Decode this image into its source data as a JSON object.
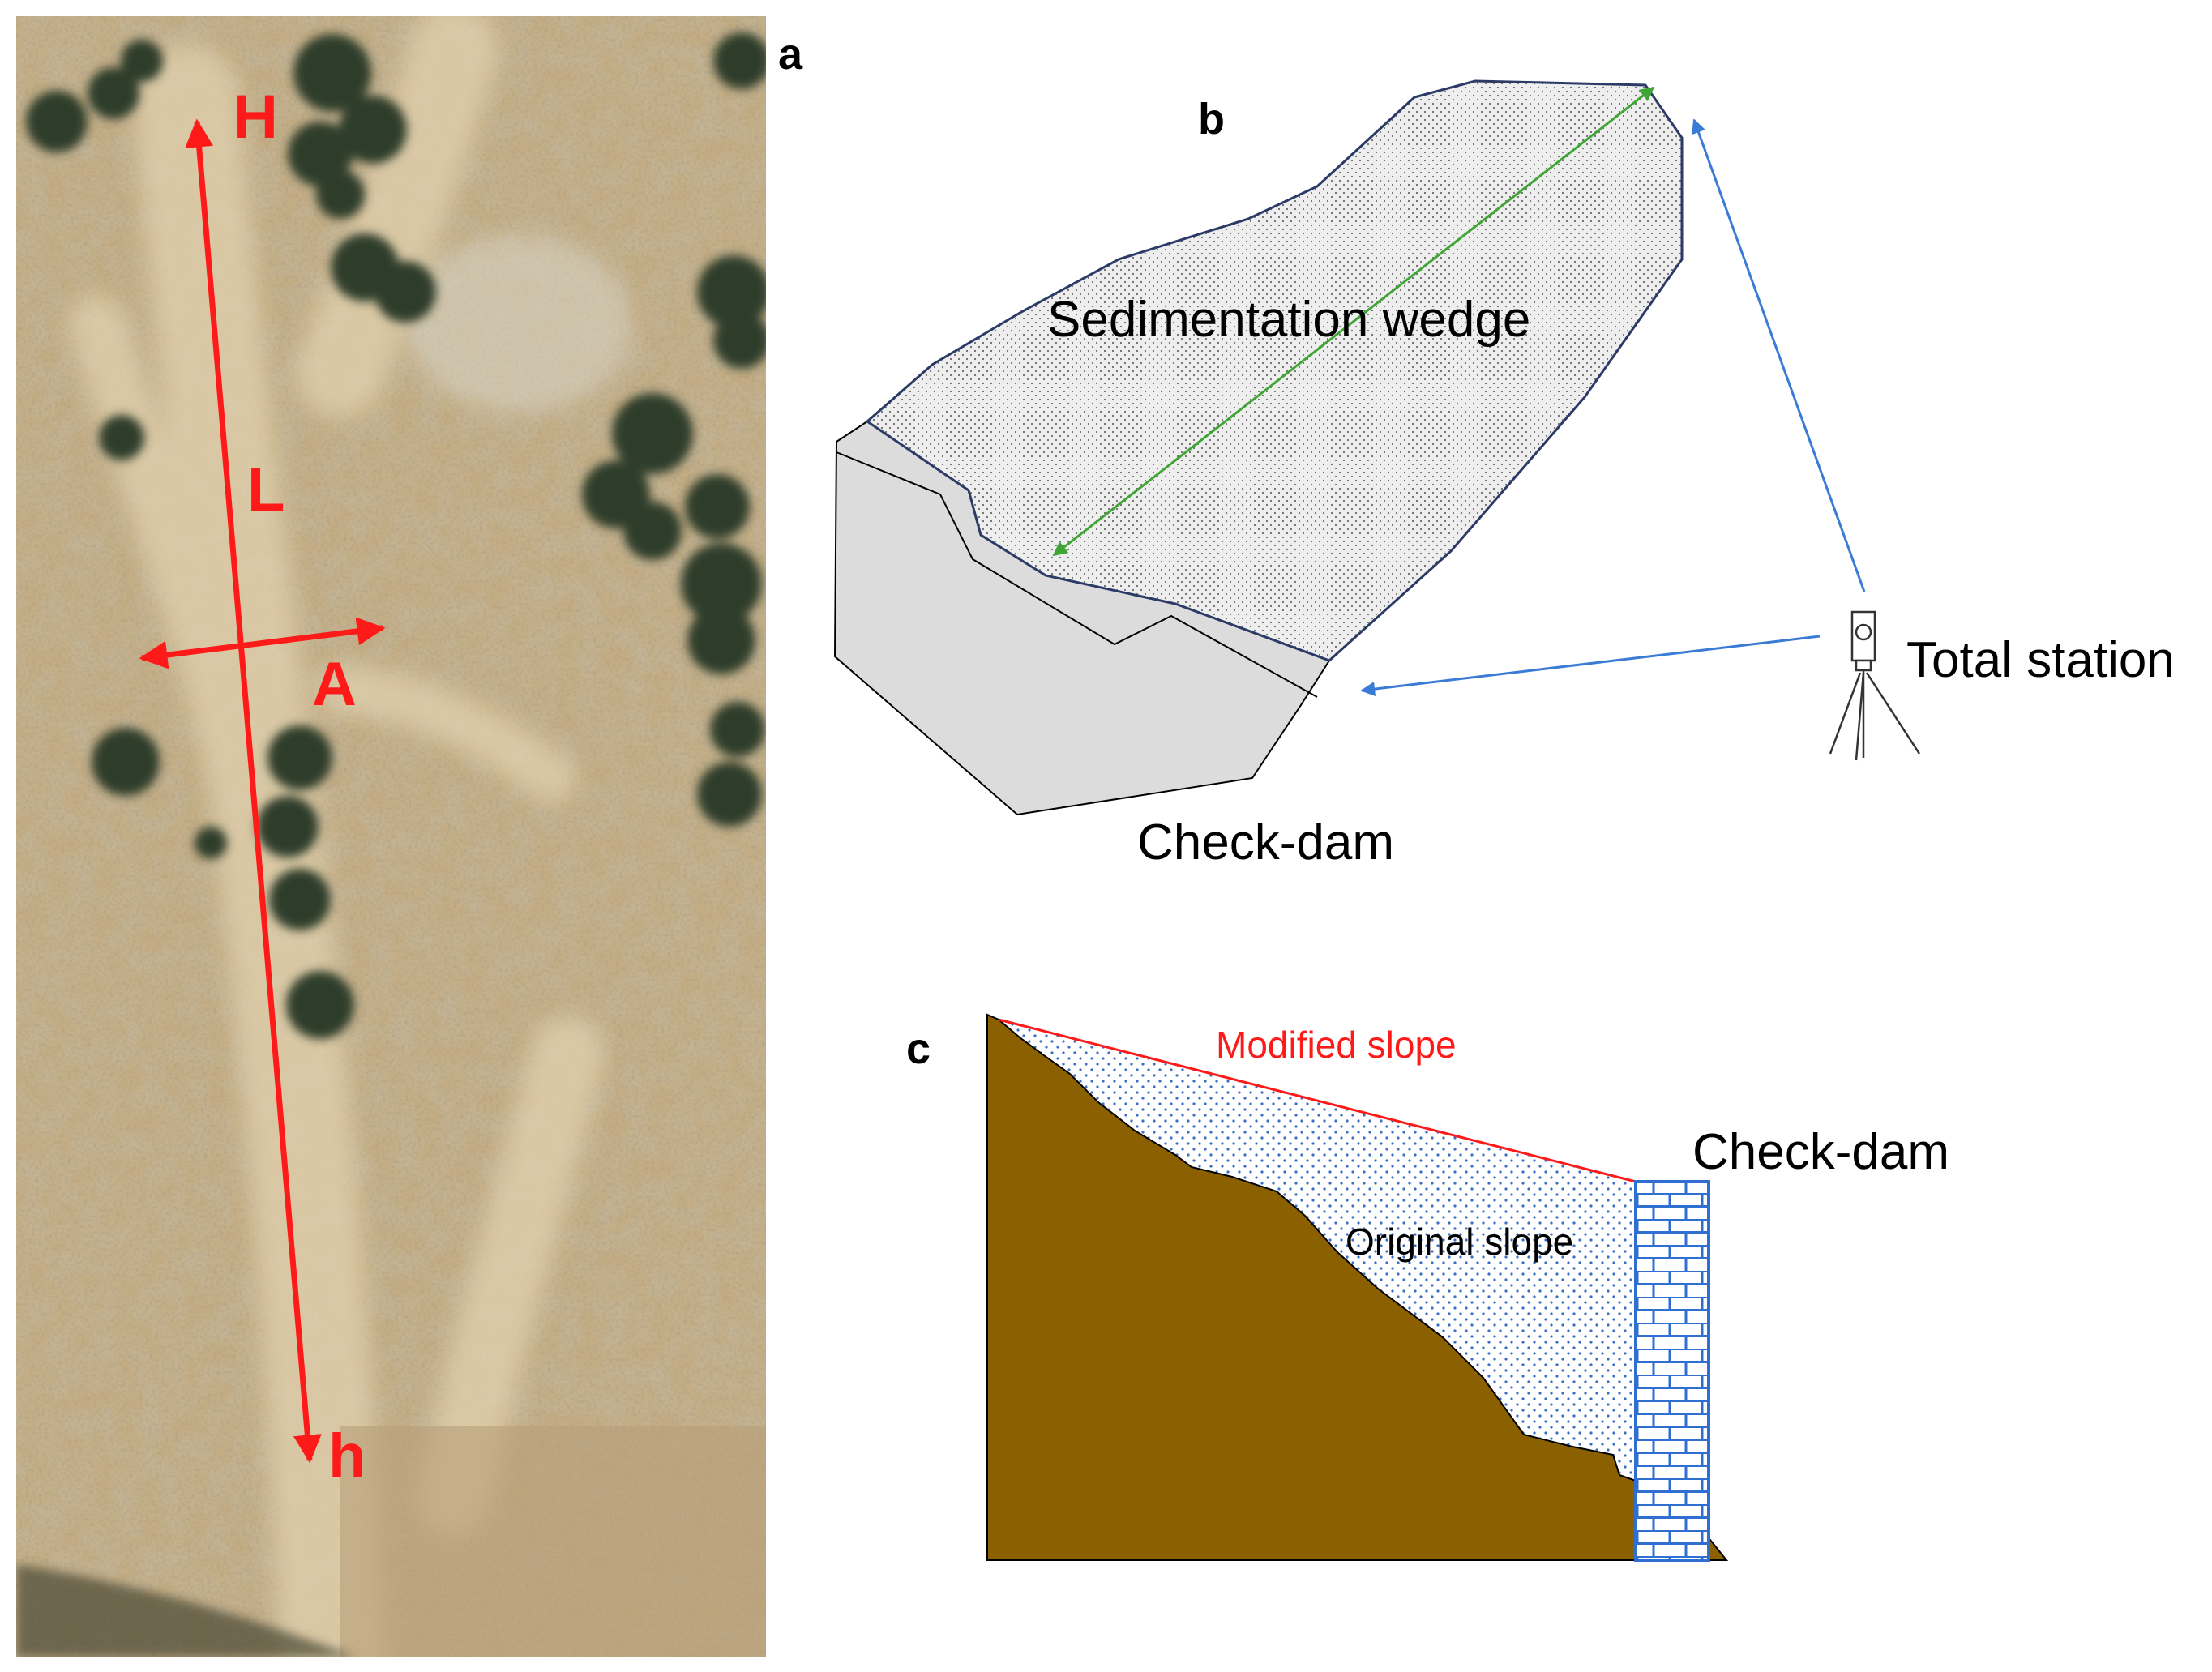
{
  "colors": {
    "arrow_red": "#ff1a1a",
    "terrain": "#8a6000",
    "sediment_dot": "#3a6fc4",
    "measure_green": "#3fa535",
    "sight_blue": "#3a7bd5",
    "dam_fill": "#dcdcdc",
    "wedge_fill": "#eeeeee",
    "brick_blue": "#2f6fd1"
  },
  "panel_a": {
    "letter": "a",
    "labels": {
      "H": "H",
      "L": "L",
      "A": "A",
      "h": "h"
    }
  },
  "panel_b": {
    "letter": "b",
    "wedge_label": "Sedimentation wedge",
    "dam_label": "Check-dam",
    "station_label": "Total station",
    "icons": [
      "total-station-icon"
    ]
  },
  "panel_c": {
    "letter": "c",
    "modified_label": "Modified slope",
    "original_label": "Original slope",
    "dam_label": "Check-dam"
  }
}
